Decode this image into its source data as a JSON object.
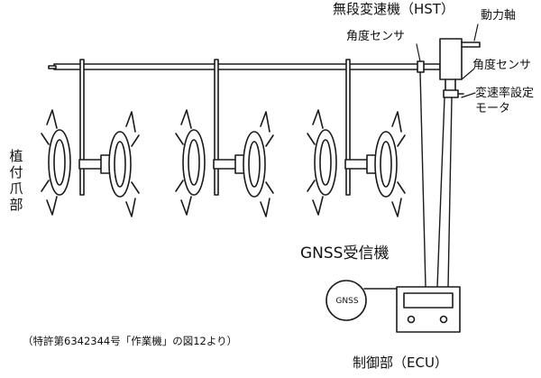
{
  "labels": {
    "hst": "無段変速機（HST）",
    "power_shaft": "動力軸",
    "angle_sensor_1": "角度センサ",
    "angle_sensor_2": "角度センサ",
    "speed_ratio_motor": "変速率設定モータ",
    "planting_claw": "植付爪部",
    "gnss_receiver": "GNSS受信機",
    "gnss_unit": "GNSS",
    "ecu": "制御部（ECU）",
    "citation": "（特許第6342344号「作業機」の図12より）"
  }
}
